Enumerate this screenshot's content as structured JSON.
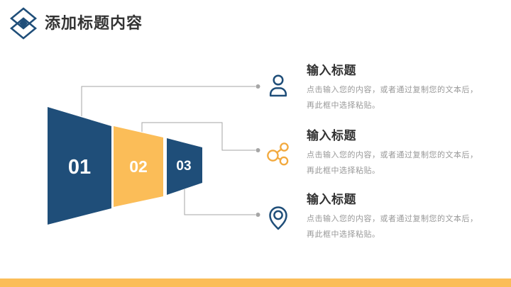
{
  "slide": {
    "title": "添加标题内容"
  },
  "colors": {
    "brand_blue": "#1F4E79",
    "accent_yellow": "#FBBD58",
    "icon_orange": "#F2A93E",
    "line_gray": "#A6A6A6",
    "title_dark": "#333333",
    "text_gray": "#999999",
    "bg_white": "#FFFFFF"
  },
  "chart_data": {
    "type": "funnel",
    "orientation": "left-to-right",
    "segments": [
      {
        "label": "01",
        "color": "#1F4E79"
      },
      {
        "label": "02",
        "color": "#FBBD58"
      },
      {
        "label": "03",
        "color": "#1F4E79"
      }
    ]
  },
  "items": [
    {
      "icon": "user-icon",
      "title": "输入标题",
      "desc_line1": "点击输入您的内容，或者通过复制您的文本后，",
      "desc_line2": "再此框中选择粘贴。"
    },
    {
      "icon": "share-icon",
      "title": "输入标题",
      "desc_line1": "点击输入您的内容，或者通过复制您的文本后，",
      "desc_line2": "再此框中选择粘贴。"
    },
    {
      "icon": "location-pin-icon",
      "title": "输入标题",
      "desc_line1": "点击输入您的内容，或者通过复制您的文本后，",
      "desc_line2": "再此框中选择粘贴。"
    }
  ]
}
